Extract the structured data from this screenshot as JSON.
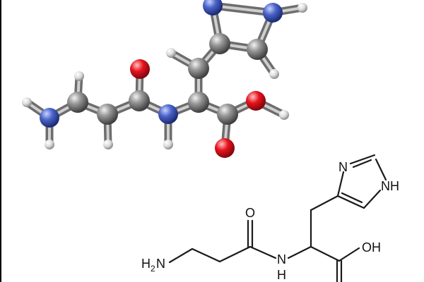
{
  "formula": {
    "amine_h": "H",
    "amine_sub": "2",
    "amine_n": "N",
    "amide_o": "O",
    "amide_n": "N",
    "amide_h": "H",
    "ring_n": "N",
    "ring_nh": "NH",
    "acid_oh": "OH"
  },
  "colors": {
    "carbon": "#8a8a8a",
    "nitrogen": "#3b54b8",
    "oxygen": "#e0101a",
    "hydrogen": "#e4e4e4"
  }
}
